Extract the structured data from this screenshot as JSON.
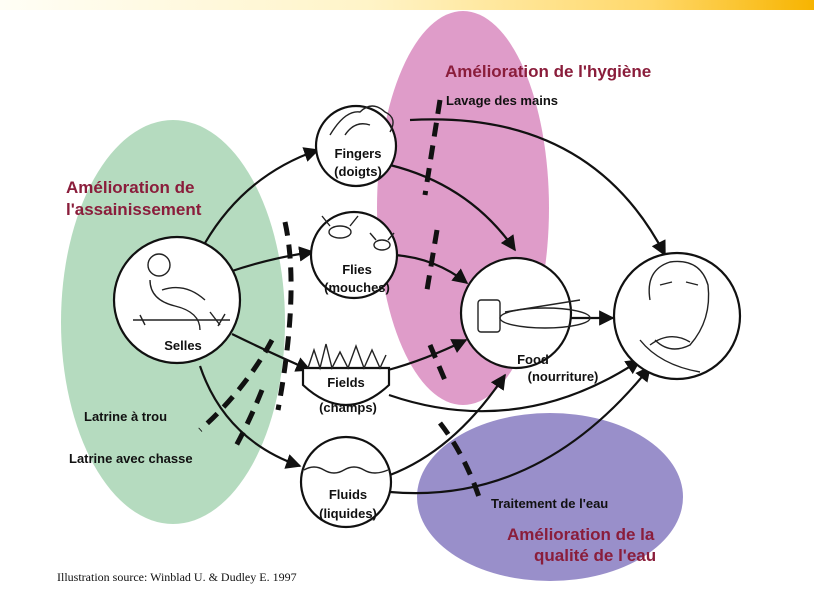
{
  "zones": {
    "sanitation": "Amélioration de l'assainissement",
    "sanitation_line1": "Amélioration de",
    "sanitation_line2": "l'assainissement",
    "hygiene": "Amélioration de l'hygiène",
    "water_line1": "Amélioration de la",
    "water_line2": "qualité de l'eau"
  },
  "nodes": {
    "selles": "Selles",
    "fingers": "Fingers",
    "fingers_fr": "(doigts)",
    "flies": "Flies",
    "flies_fr": "(mouches)",
    "fields": "Fields",
    "fields_fr": "(champs)",
    "fluids": "Fluids",
    "fluids_fr": "(liquides)",
    "food": "Food",
    "food_fr": "(nourriture)"
  },
  "barriers": {
    "handwashing": "Lavage des mains",
    "pit_latrine": "Latrine à trou",
    "flush_latrine": "Latrine avec chasse",
    "water_treatment": "Traitement de l'eau"
  },
  "colors": {
    "sanitation_zone": "#a8d5b4",
    "hygiene_zone": "#d98bbf",
    "water_zone": "#8e83c4",
    "zone_title": "#8a1d3b"
  },
  "source": "Illustration source: Winblad U. & Dudley E. 1997"
}
